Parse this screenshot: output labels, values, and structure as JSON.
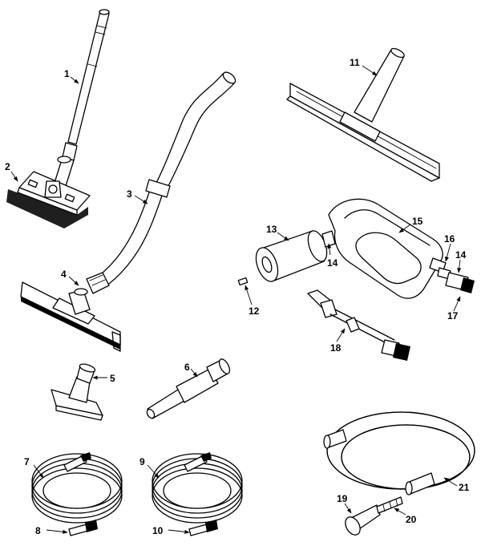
{
  "callouts": {
    "c1": "1",
    "c2": "2",
    "c3": "3",
    "c4": "4",
    "c5": "5",
    "c6": "6",
    "c7": "7",
    "c8": "8",
    "c9": "9",
    "c10": "10",
    "c11": "11",
    "c12": "12",
    "c13": "13",
    "c14a": "14",
    "c14b": "14",
    "c15": "15",
    "c16": "16",
    "c17": "17",
    "c18": "18",
    "c19": "19",
    "c20": "20",
    "c21": "21"
  }
}
